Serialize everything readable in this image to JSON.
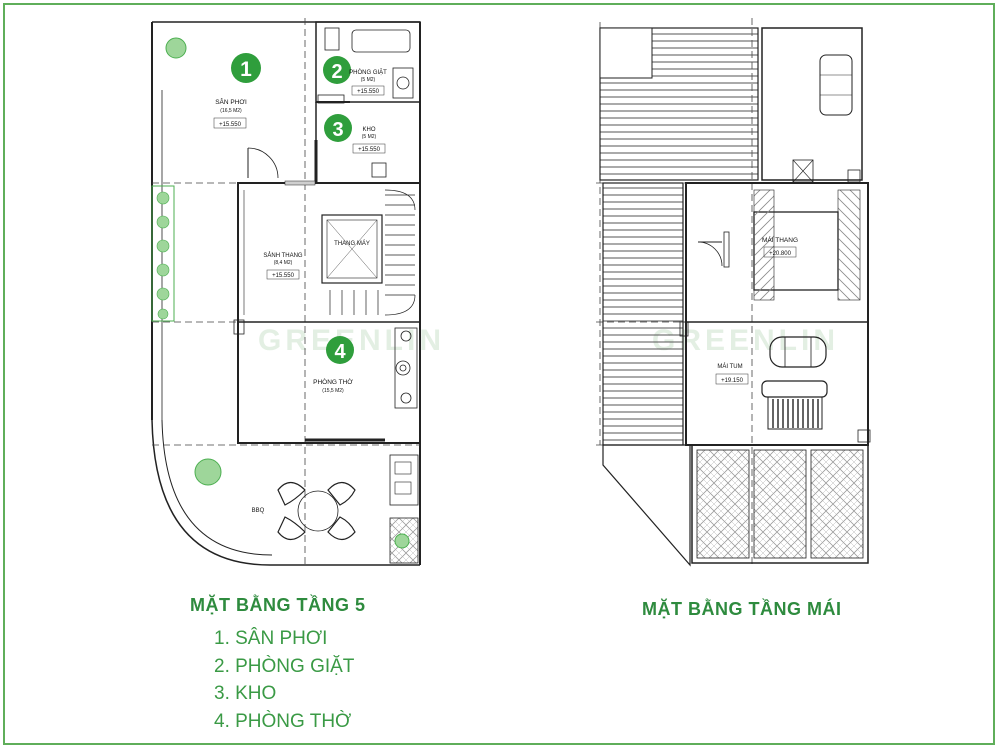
{
  "left_plan": {
    "title": "MẶT BẰNG TẦNG 5",
    "markers": [
      "1",
      "2",
      "3",
      "4"
    ],
    "rooms": {
      "san_phoi": {
        "name": "SÂN PHƠI",
        "area": "(16,5 M2)",
        "level": "+15.550"
      },
      "phong_giat": {
        "name": "PHÒNG GIẶT",
        "area": "(5 M2)",
        "level": "+15.550"
      },
      "kho": {
        "name": "KHO",
        "area": "(5 M2)",
        "level": "+15.550"
      },
      "sanh_thang": {
        "name": "SẢNH THANG",
        "area": "(8,4 M2)",
        "level": "+15.550"
      },
      "thang_may": {
        "name": "THANG MÁY"
      },
      "phong_tho": {
        "name": "PHÒNG THỜ",
        "area": "(15,5 M2)"
      },
      "bbq": {
        "name": "BBQ"
      }
    }
  },
  "right_plan": {
    "title": "MẶT BẰNG TẦNG MÁI",
    "rooms": {
      "mai_thang": {
        "name": "MÁI THANG",
        "level": "+20.800"
      },
      "mai_tum": {
        "name": "MÁI TUM",
        "level": "+19.150"
      }
    }
  },
  "legend": [
    "1. SÂN PHƠI",
    "2. PHÒNG GIẶT",
    "3. KHO",
    "4. PHÒNG THỜ"
  ],
  "colors": {
    "frame": "#5fae5a",
    "title": "#2e8b3e",
    "marker": "#2f9e3c",
    "line": "#222222",
    "plant": "#4caf50"
  }
}
